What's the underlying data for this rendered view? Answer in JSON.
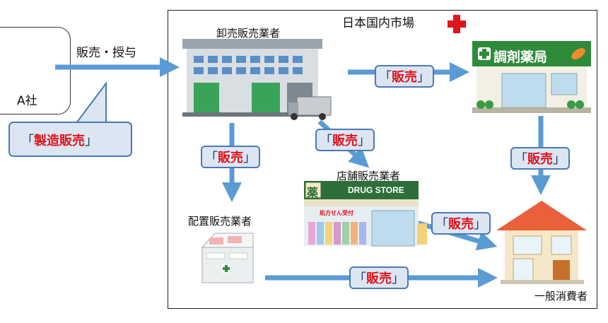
{
  "market_title": "日本国内市場",
  "company": {
    "name": "A社"
  },
  "company_flow_label": "販売・授与",
  "manufacture_callout": {
    "open": "「",
    "text": "製造販売",
    "close": "」"
  },
  "wholesaler": {
    "label": "卸売販売業者"
  },
  "pharmacy": {
    "sign": "調剤薬局"
  },
  "store_seller": {
    "label": "店舗販売業者",
    "sign_kanji": "薬",
    "sign_text": "DRUG STORE",
    "awning_text": "処方せん受付"
  },
  "placement_seller": {
    "label": "配置販売業者"
  },
  "consumer": {
    "label": "一般消費者"
  },
  "sale_tags": [
    {
      "open": "「",
      "text": "販売",
      "close": "」"
    },
    {
      "open": "「",
      "text": "販売",
      "close": "」"
    },
    {
      "open": "「",
      "text": "販売",
      "close": "」"
    },
    {
      "open": "「",
      "text": "販売",
      "close": "」"
    },
    {
      "open": "「",
      "text": "販売",
      "close": "」"
    },
    {
      "open": "「",
      "text": "販売",
      "close": "」"
    }
  ],
  "colors": {
    "arrow": "#5b9bd5",
    "tag_bg": "#dce6f3",
    "tag_border": "#4a7ab8",
    "accent_red": "#e0141c",
    "pharmacy_green": "#2e8b3a"
  }
}
